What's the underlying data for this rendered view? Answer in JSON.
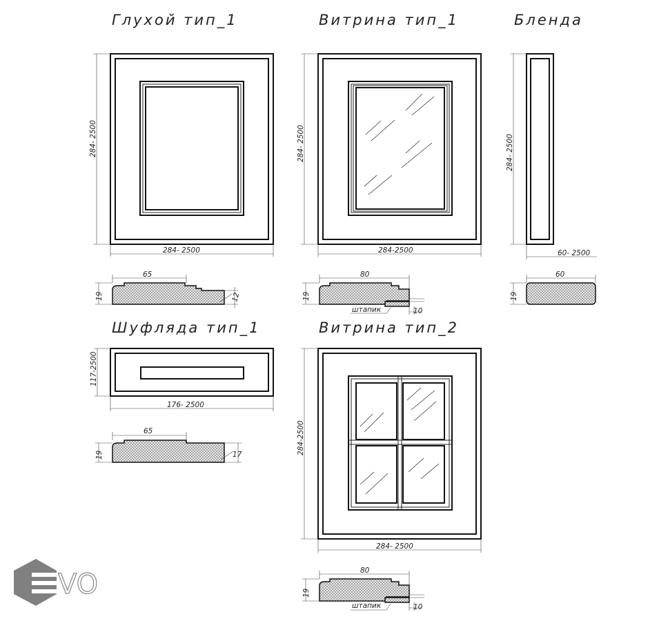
{
  "titles": {
    "blind": "Глухой тип_1",
    "vitrina1": "Витрина тип_1",
    "blenda": "Бленда",
    "drawer": "Шуфляда тип_1",
    "vitrina2": "Витрина тип_2"
  },
  "dimensions": {
    "blind_height": "284- 2500",
    "blind_width": "284- 2500",
    "blind_profile_width": "65",
    "blind_profile_thickness": "19",
    "blind_profile_edge": "12",
    "vitrina1_height": "284- 2500",
    "vitrina1_width": "284-2500",
    "vitrina1_profile_width": "80",
    "vitrina1_profile_thickness": "19",
    "vitrina1_shtapik": "штапик",
    "vitrina1_shtapik_width": "10",
    "blenda_height": "284- 2500",
    "blenda_width": "60- 2500",
    "blenda_profile_width": "60",
    "blenda_profile_thickness": "19",
    "drawer_height": "117-2500",
    "drawer_width": "176- 2500",
    "drawer_profile_width": "65",
    "drawer_profile_thickness": "19",
    "drawer_profile_edge": "17",
    "vitrina2_height": "284-2500",
    "vitrina2_width": "284- 2500",
    "vitrina2_profile_width": "80",
    "vitrina2_profile_thickness": "19",
    "vitrina2_shtapik": "штапик",
    "vitrina2_shtapik_width": "10"
  },
  "logo": {
    "text": "EVO",
    "color": "#808080"
  }
}
